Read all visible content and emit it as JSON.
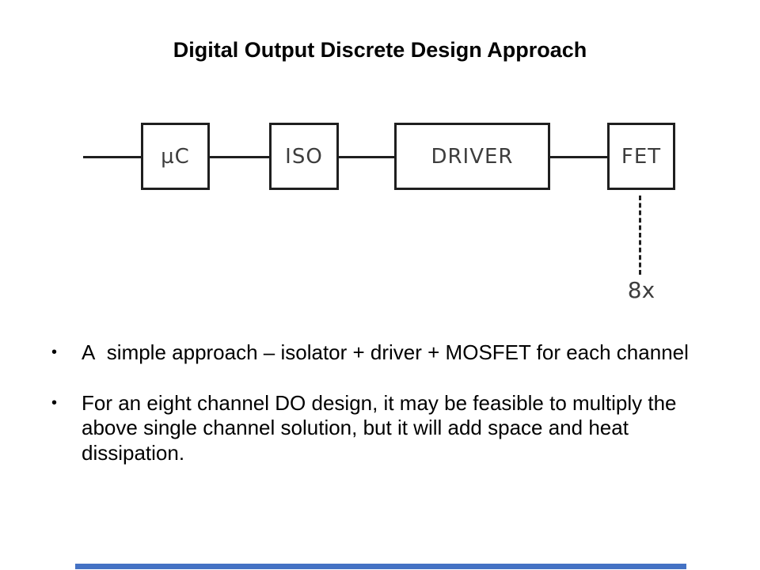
{
  "slide": {
    "title": "Digital Output Discrete Design Approach",
    "accent_color": "#4472C4",
    "bullet_marker": "•"
  },
  "diagram": {
    "blocks": [
      {
        "label": "µC"
      },
      {
        "label": "ISO"
      },
      {
        "label": "DRIVER"
      },
      {
        "label": "FET"
      }
    ],
    "multiplier_label": "8x",
    "line_color": "#1f1f1f",
    "label_color": "#3d3d3d"
  },
  "bullets": [
    {
      "text": "A  simple approach – isolator + driver + MOSFET for each channel"
    },
    {
      "text": "For an eight channel DO design, it may be feasible to multiply the\nabove single channel solution, but it will add space and heat\ndissipation."
    }
  ]
}
